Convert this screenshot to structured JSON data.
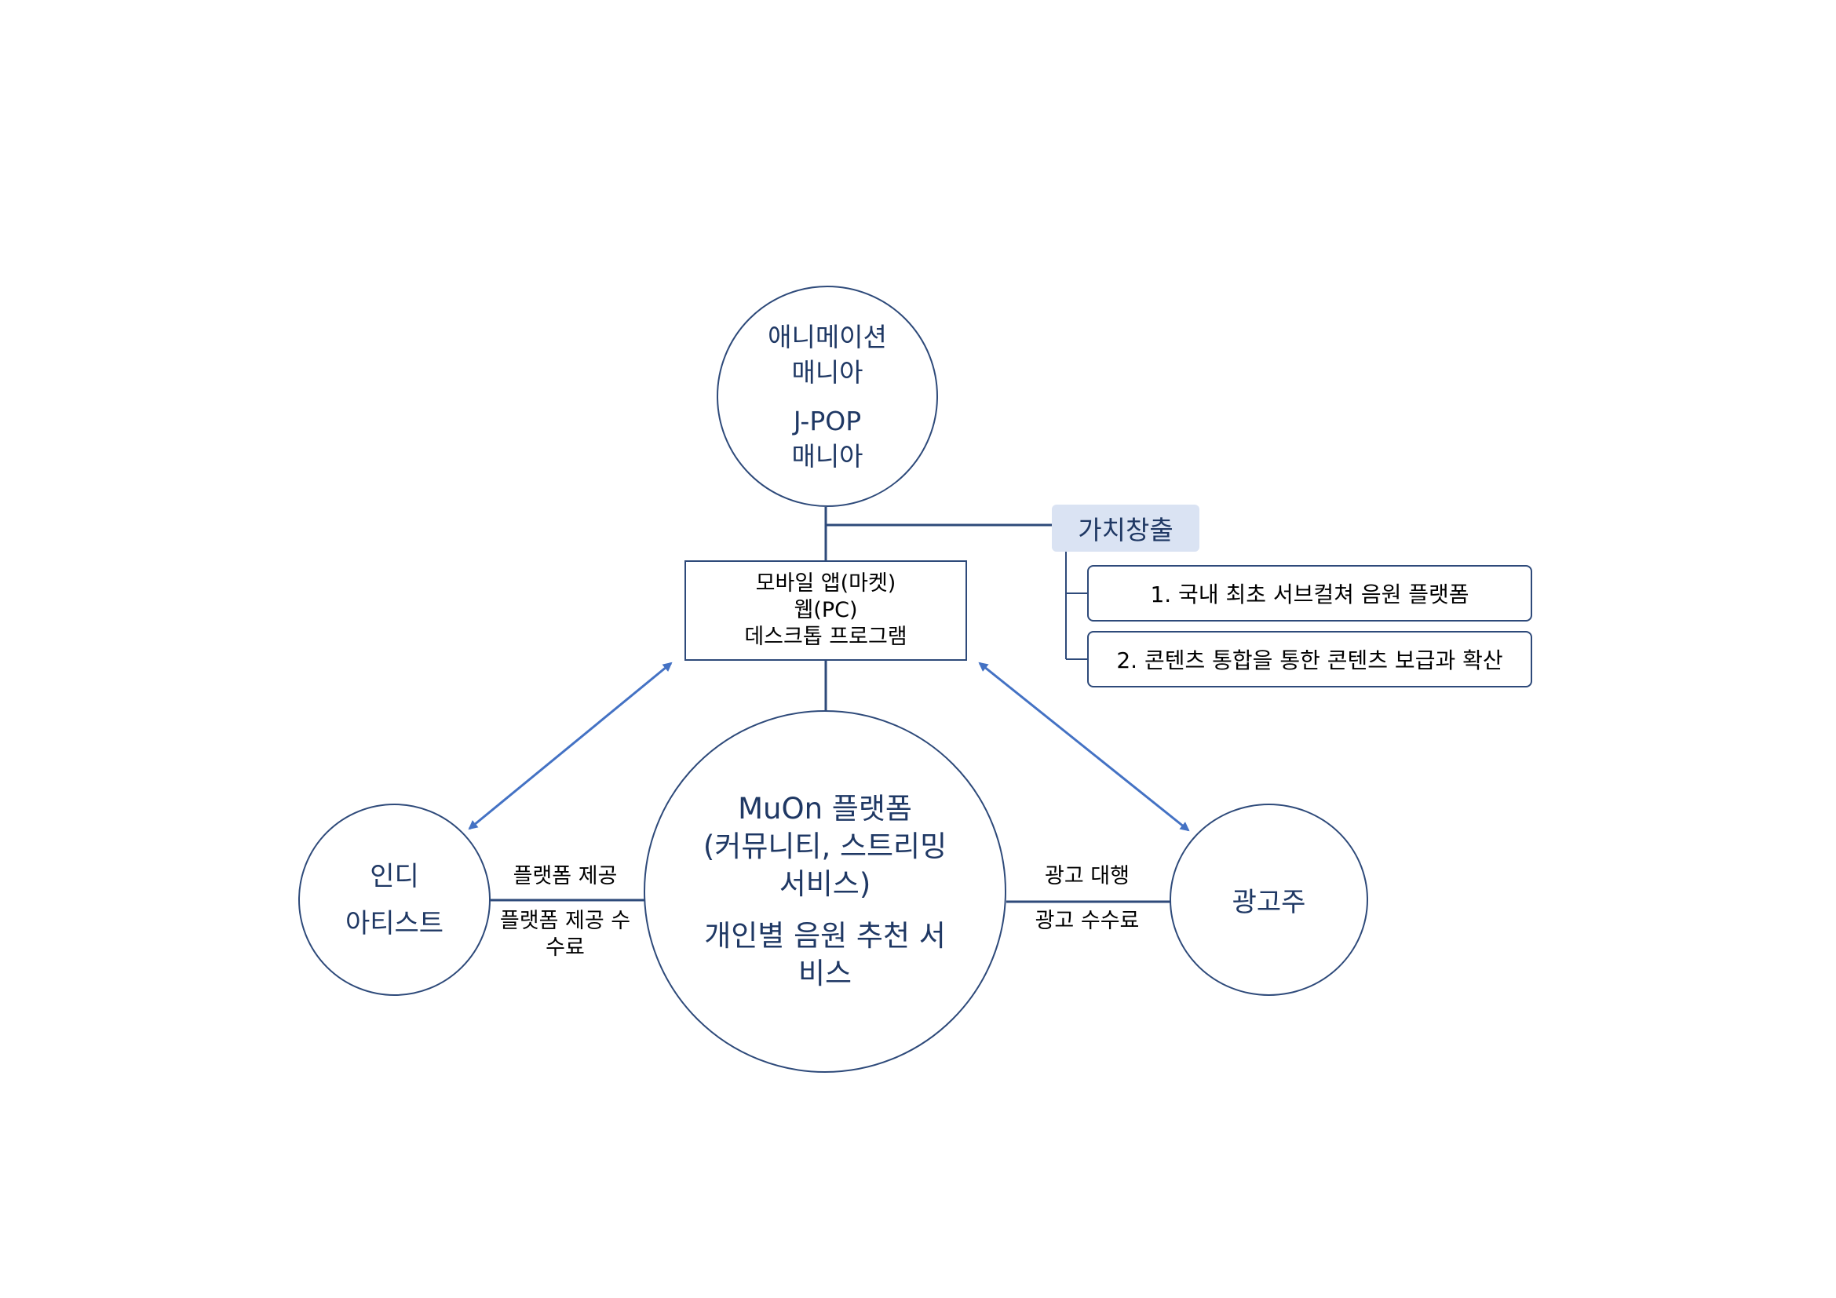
{
  "nodes": {
    "fan_segment": {
      "lines": [
        "애니메이션",
        "매니아",
        "J-POP",
        "매니아"
      ]
    },
    "channels": {
      "lines": [
        "모바일 앱(마켓)",
        "웹(PC)",
        "데스크톱 프로그램"
      ]
    },
    "indie_artist": {
      "lines": [
        "인디",
        "아티스트"
      ]
    },
    "muon_platform": {
      "lines": [
        "MuOn 플랫폼",
        "(커뮤니티, 스트리밍",
        "서비스)",
        "개인별 음원 추천 서",
        "비스"
      ]
    },
    "advertiser": {
      "label": "광고주"
    }
  },
  "value_creation": {
    "label": "가치창출",
    "items": [
      "1. 국내 최초 서브컬쳐 음원 플랫폼",
      "2. 콘텐츠 통합을 통한 콘텐츠 보급과 확산"
    ]
  },
  "edge_labels": {
    "platform_provide": "플랫폼 제공",
    "platform_fee_lines": [
      "플랫폼 제공 수",
      "수료"
    ],
    "ad_agency": "광고 대행",
    "ad_fee": "광고 수수료"
  },
  "colors": {
    "line": "#2e4a7a",
    "arrow": "#4472c4",
    "text_navy": "#1f3864",
    "label_fill": "#dae3f3"
  }
}
